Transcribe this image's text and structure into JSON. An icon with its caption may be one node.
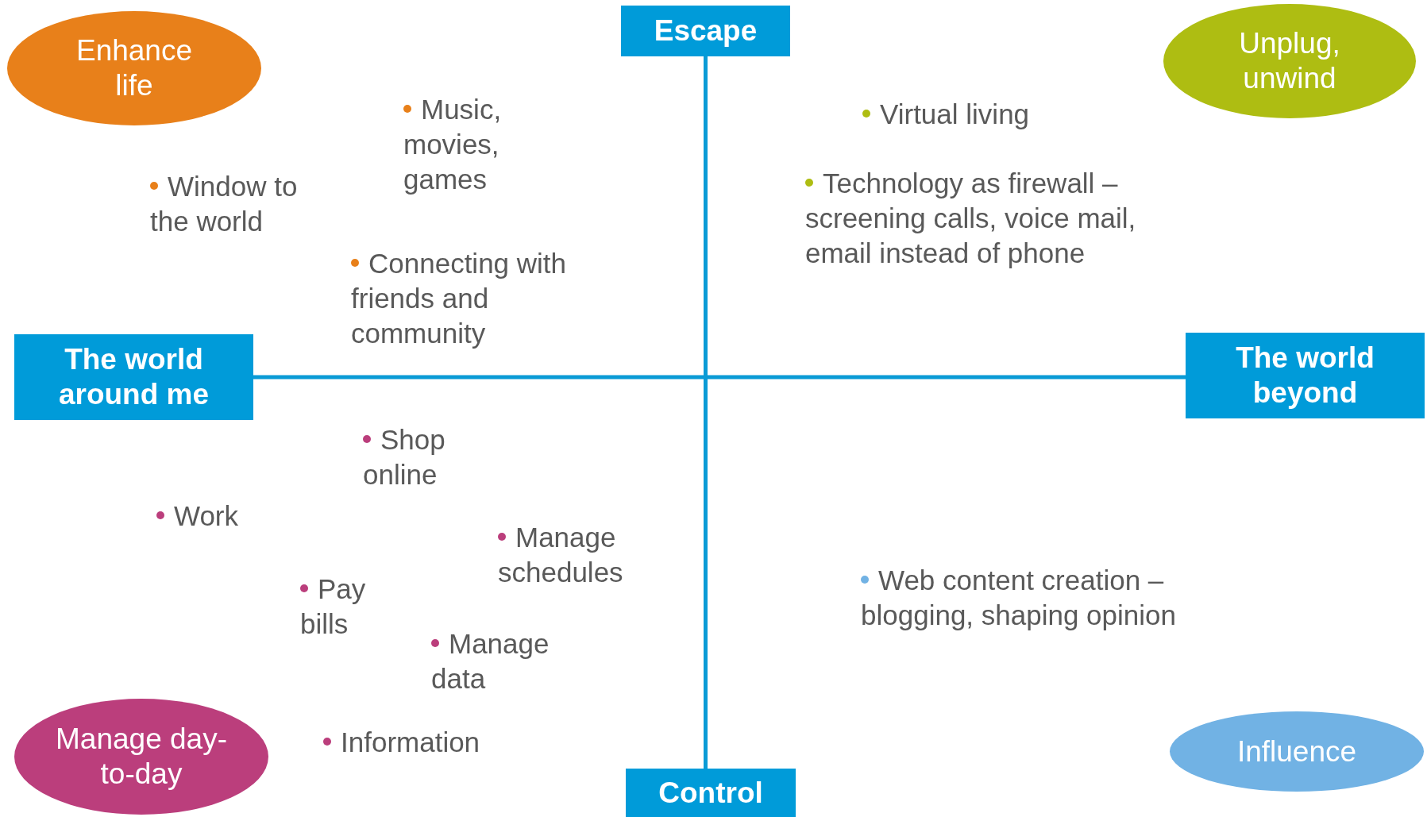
{
  "diagram": {
    "nodes": [
      {
        "text": [
          "Enhance life"
        ]
      },
      {
        "text": [
          "Escape"
        ]
      },
      {
        "text": [
          "Unplug, unwind"
        ]
      },
      {
        "text": [
          "The world around me"
        ]
      },
      {
        "text": [
          "The world beyond"
        ]
      },
      {
        "text": [
          "Manage day-to-day"
        ]
      },
      {
        "text": [
          "Control"
        ]
      },
      {
        "text": [
          "Influence"
        ]
      }
    ],
    "edges": [
      {
        "from": 1,
        "to": 6,
        "arrow": "none"
      },
      {
        "from": 3,
        "to": 4,
        "arrow": "none"
      }
    ],
    "labels": [
      "Music, movies, games",
      "Virtual living",
      "Window to the world",
      "Technology as firewall – screening calls, voice mail, email instead of phone",
      "Connecting with friends and community",
      "Shop online",
      "Work",
      "Manage schedules",
      "Web content creation – blogging, shaping opinion",
      "Pay bills",
      "Manage data",
      "Information"
    ]
  }
}
